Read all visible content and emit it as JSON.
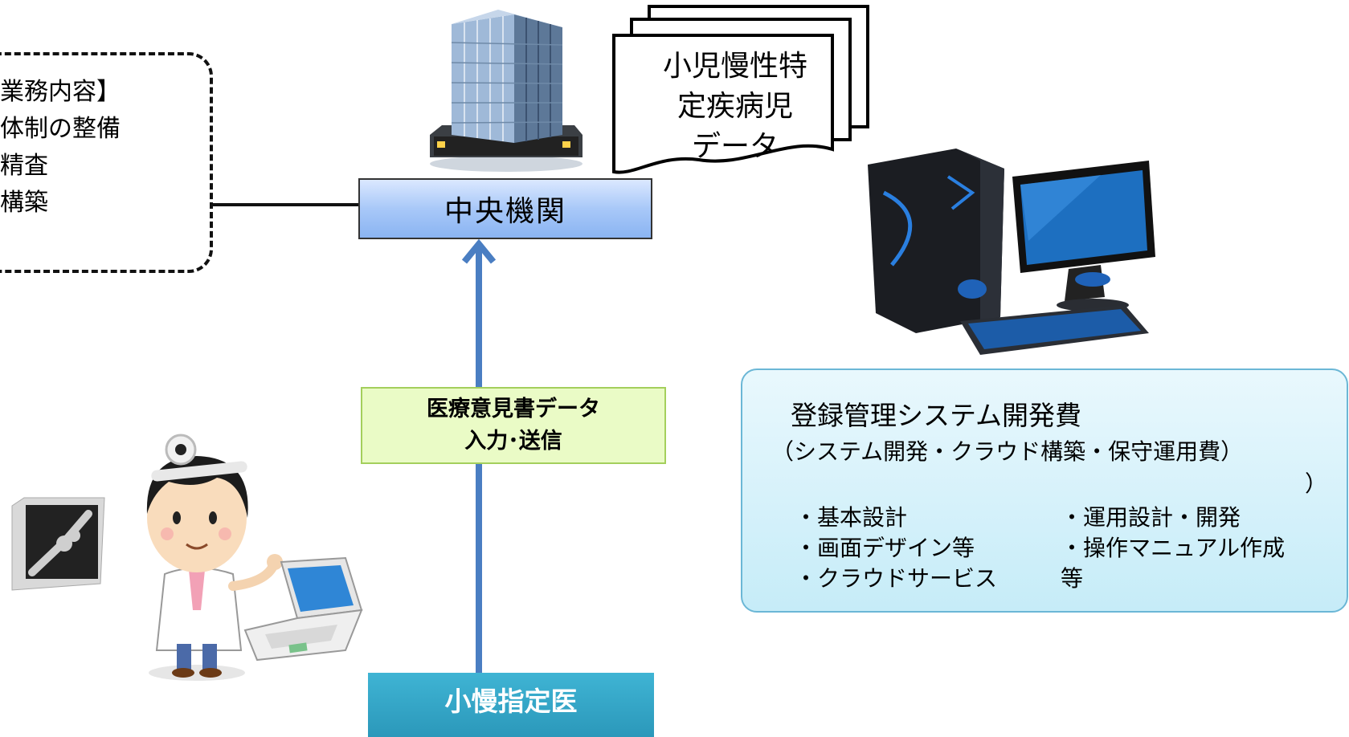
{
  "callout": {
    "lines": [
      "業務内容】",
      "体制の整備",
      "精査",
      "構築"
    ]
  },
  "central_agency": {
    "label": "中央機関"
  },
  "documents": {
    "lines": [
      "小児慢性特",
      "定疾病児",
      "データ"
    ]
  },
  "data_transfer": {
    "line1": "医療意見書データ",
    "line2": "入力･送信"
  },
  "designated_doctor": {
    "label": "小慢指定医"
  },
  "cost": {
    "title": "登録管理システム開発費",
    "subtitle": "（システム開発・クラウド構築・保守運用費）",
    "closing_paren": "）",
    "left_items": [
      "・基本設計",
      "・画面デザイン等",
      "・クラウドサービス"
    ],
    "right_items": [
      "・運用設計・開発",
      "・操作マニュアル作成",
      "等"
    ]
  },
  "colors": {
    "central_box": "#a8c8f8",
    "arrow": "#4a7ec2",
    "data_box": "#eafbc6",
    "doctor_box": "#2b98ba",
    "cost_box": "#c6ecf8"
  },
  "icons": [
    "office-building-icon",
    "desktop-computer-icon",
    "doctor-illustration",
    "laptop-icon",
    "xray-film-icon"
  ]
}
